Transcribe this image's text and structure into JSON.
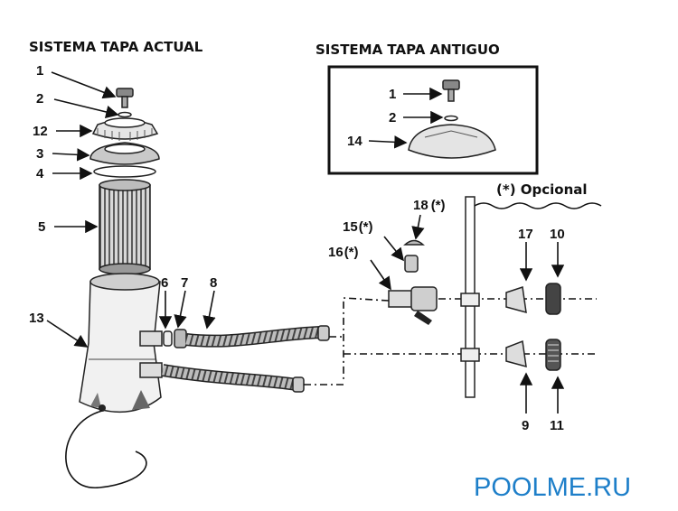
{
  "titles": {
    "current_lid": "SISTEMA TAPA ACTUAL",
    "old_lid": "SISTEMA TAPA ANTIGUO",
    "optional_note": "(*) Opcional"
  },
  "callouts": {
    "c1": "1",
    "c2": "2",
    "c12": "12",
    "c3": "3",
    "c4": "4",
    "c5": "5",
    "c13": "13",
    "c6": "6",
    "c7": "7",
    "c8": "8",
    "b1": "1",
    "b2": "2",
    "b14": "14",
    "c18": "18",
    "c18s": "(*)",
    "c15": "15",
    "c15s": "(*)",
    "c16": "16",
    "c16s": "(*)",
    "c17": "17",
    "c10": "10",
    "c9": "9",
    "c11": "11"
  },
  "watermark": "POOLME.RU",
  "colors": {
    "watermark": "#1e7fc9",
    "ink": "#111111"
  }
}
